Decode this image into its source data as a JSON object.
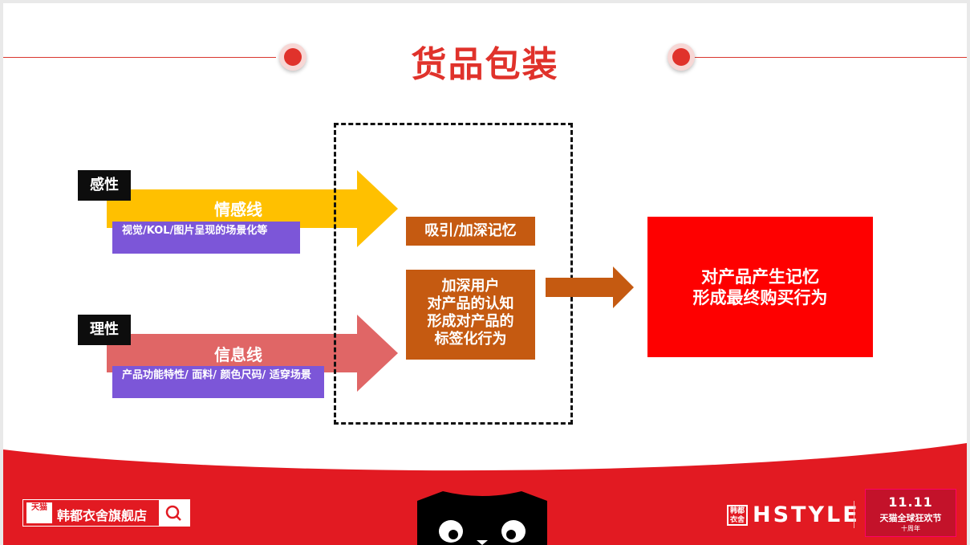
{
  "title": "货品包装",
  "tags": {
    "emotional": "感性",
    "rational": "理性"
  },
  "lines": {
    "emotion": {
      "label": "情感线",
      "desc": "视觉/KOL/图片呈现的场景化等",
      "color": "#ffc000"
    },
    "info": {
      "label": "信息线",
      "desc": "产品功能特性/ 面料/ 颜色尺码/ 适穿场景",
      "color": "#e06666"
    }
  },
  "middle": {
    "box1": "吸引/加深记忆",
    "box2": [
      "加深用户",
      "对产品的认知",
      "形成对产品的",
      "标签化行为"
    ]
  },
  "result": [
    "对产品产生记忆",
    "形成最终购买行为"
  ],
  "footer": {
    "store_mark": "天猫",
    "store_name": "韩都衣舍旗舰店",
    "brand_mark": "韩都衣舍",
    "brand": "HSTYLE",
    "event_big": "11.11",
    "event_name": "天猫全球狂欢节",
    "event_sub": "十周年"
  },
  "colors": {
    "accent_red": "#e0322b",
    "orange_box": "#c55a11",
    "result_red": "#fe0000",
    "purple": "#7c56d8"
  }
}
